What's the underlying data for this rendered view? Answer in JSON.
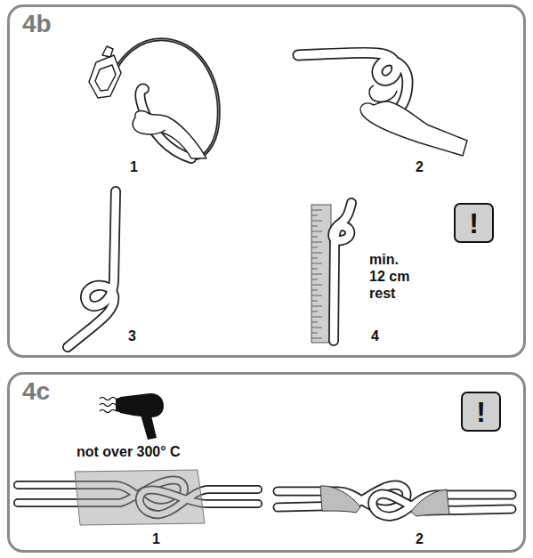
{
  "diagram": {
    "nodes": [
      {
        "text": [
          "4b"
        ]
      },
      {
        "text": [
          "!"
        ],
        "in": 0
      },
      {
        "text": [
          "4c"
        ]
      },
      {
        "text": [
          "!"
        ],
        "in": 2
      }
    ],
    "labels": [
      "1",
      "2",
      "3",
      "4",
      "min. 12 cm rest",
      "not over 300° C",
      "1",
      "2"
    ]
  }
}
